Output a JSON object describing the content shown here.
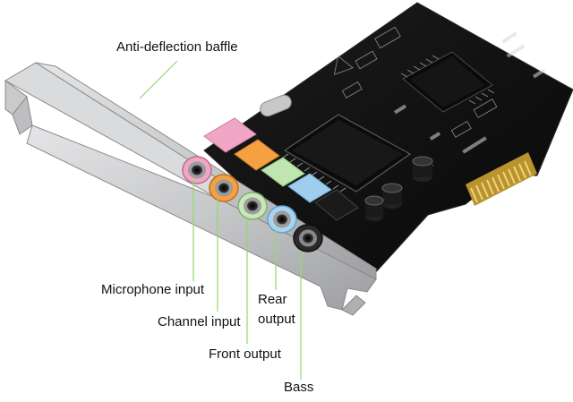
{
  "labels": {
    "baffle": "Anti-deflection baffle",
    "microphone": "Microphone input",
    "channel": "Channel input",
    "rear_line1": "Rear",
    "rear_line2": "output",
    "front": "Front output",
    "bass": "Bass"
  },
  "colors": {
    "pcb": "#121212",
    "bracket": "#c9cacc",
    "leader": "#8fdc6a",
    "jack_pink": "#f0a6c4",
    "jack_orange": "#f5a142",
    "jack_green": "#bfe6b0",
    "jack_blue": "#9fcdf0",
    "jack_black": "#1a1a1a",
    "gold": "#d9b24a"
  },
  "icons": [
    "pcie-gold-fingers",
    "audio-chip",
    "crystal-oscillator",
    "capacitor"
  ]
}
